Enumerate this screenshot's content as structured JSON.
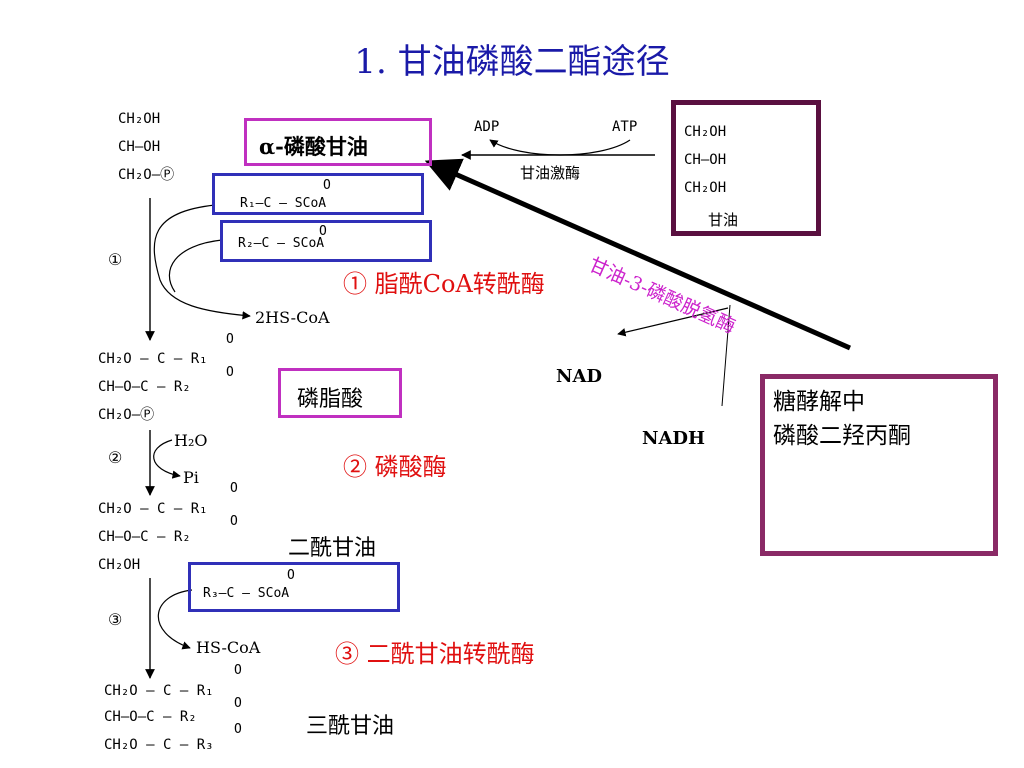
{
  "title": "1. 甘油磷酸二酯途径",
  "colors": {
    "title": "#1a1aa8",
    "enzyme": "#e01010",
    "dehydrogenase": "#cc22cc",
    "box_magenta": "#c030c0",
    "box_blue": "#3030b8",
    "box_maroon": "#5a1040",
    "box_glycolysis": "#8a2a66"
  },
  "alpha_gp": {
    "label": "α-磷酸甘油"
  },
  "glycerol_kinase": {
    "adp": "ADP",
    "atp": "ATP",
    "enzyme": "甘油激酶"
  },
  "glycerol": {
    "l1": "CH₂OH",
    "l2": "CH—OH",
    "l3": "CH₂OH",
    "name": "甘油"
  },
  "gp_struct": {
    "l1": "CH₂OH",
    "l2": "CH—OH",
    "l3": "CH₂O—Ⓟ"
  },
  "acyl1": {
    "text": "R₁—C — SCoA",
    "o": "O"
  },
  "acyl2": {
    "text": "R₂—C — SCoA",
    "o": "O"
  },
  "acyl3": {
    "text": "R₃—C — SCoA",
    "o": "O"
  },
  "step1": {
    "num": "①",
    "product": "2HS-CoA",
    "enzyme": "①  脂酰CoA转酰酶"
  },
  "pa_struct": {
    "l1": "CH₂O — C — R₁",
    "l2": "CH—O—C — R₂",
    "l3": "CH₂O—Ⓟ",
    "o1": "O",
    "o2": "O"
  },
  "phosphatidic_acid": {
    "label": "磷脂酸"
  },
  "step2": {
    "num": "②",
    "water": "H₂O",
    "pi": "Pi",
    "enzyme": "②  磷酸酶"
  },
  "dg_struct": {
    "l1": "CH₂O — C — R₁",
    "l2": "CH—O—C — R₂",
    "l3": "CH₂OH",
    "o1": "O",
    "o2": "O"
  },
  "diacylglycerol": {
    "label": "二酰甘油"
  },
  "step3": {
    "num": "③",
    "product": "HS-CoA",
    "enzyme": "③  二酰甘油转酰酶"
  },
  "tg_struct": {
    "l1": "CH₂O — C — R₁",
    "l2": "CH—O—C — R₂",
    "l3": "CH₂O — C — R₃",
    "o1": "O",
    "o2": "O",
    "o3": "O"
  },
  "triacylglycerol": {
    "label": "三酰甘油"
  },
  "dehydrogenase": {
    "label": "甘油-3-磷酸脱氢酶",
    "nad": "NAD",
    "nadh": "NADH"
  },
  "glycolysis_box": {
    "line1": "糖酵解中",
    "line2": "磷酸二羟丙酮"
  }
}
